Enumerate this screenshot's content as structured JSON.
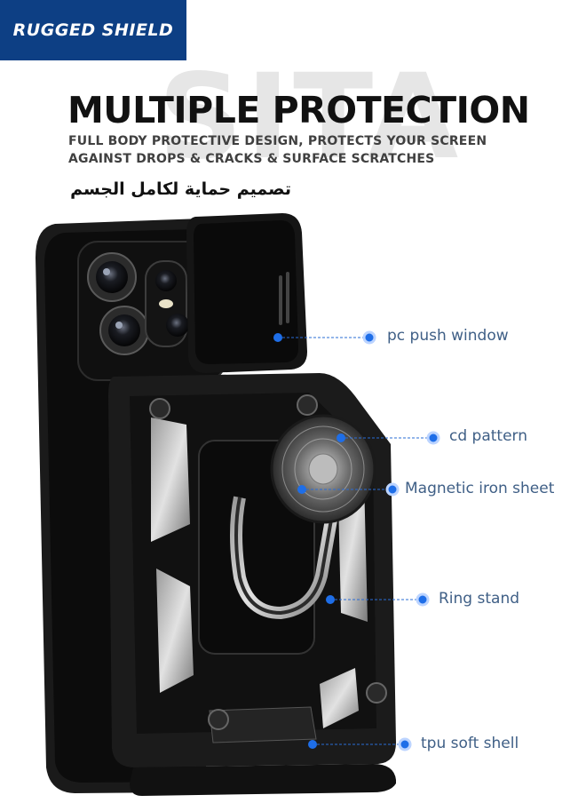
{
  "brand": {
    "label": "RUGGED SHIELD",
    "color": "#0d3f84"
  },
  "watermark": "SITA",
  "headline": "MULTIPLE PROTECTION",
  "subtitle": {
    "line1": "FULL BODY PROTECTIVE DESIGN, PROTECTS YOUR SCREEN",
    "line2": "AGAINST DROPS & CRACKS & SURFACE SCRATCHES"
  },
  "arabic_title": "تصميم حماية لكامل الجسم",
  "accent_color": "#1e6ee8",
  "callouts": [
    {
      "id": "pc-push-window",
      "label": "pc push window"
    },
    {
      "id": "cd-pattern",
      "label": "cd pattern"
    },
    {
      "id": "magnetic-iron-sheet",
      "label": "Magnetic iron sheet"
    },
    {
      "id": "ring-stand",
      "label": "Ring stand"
    },
    {
      "id": "tpu-soft-shell",
      "label": "tpu soft shell"
    }
  ]
}
